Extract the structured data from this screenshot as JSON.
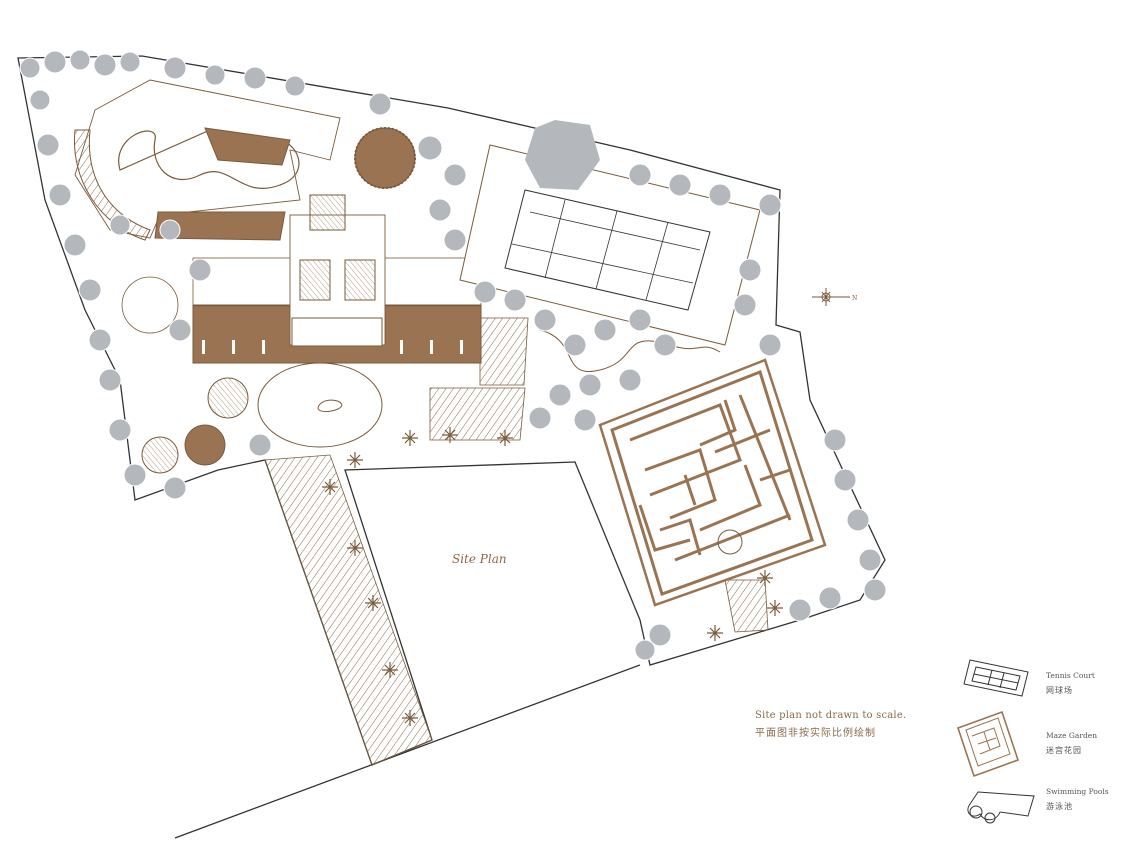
{
  "title": "Site Plan",
  "note": {
    "english": "Site plan not drawn to scale.",
    "chinese": "平面图非按实际比例绘制"
  },
  "legend": [
    {
      "key": "tennis",
      "english": "Tennis Court",
      "chinese": "网球场",
      "icon": "tennis-court-icon"
    },
    {
      "key": "maze",
      "english": "Maze Garden",
      "chinese": "迷宫花园",
      "icon": "maze-garden-icon"
    },
    {
      "key": "pool",
      "english": "Swimming Pools",
      "chinese": "游泳池",
      "icon": "swimming-pool-icon"
    }
  ],
  "compass": {
    "label": "N",
    "icon": "north-arrow-icon"
  },
  "colors": {
    "building": "#9a7452",
    "outline": "#7a5a3a",
    "tree": "#b4b8bd",
    "boundary": "#333333",
    "background": "#ffffff"
  }
}
